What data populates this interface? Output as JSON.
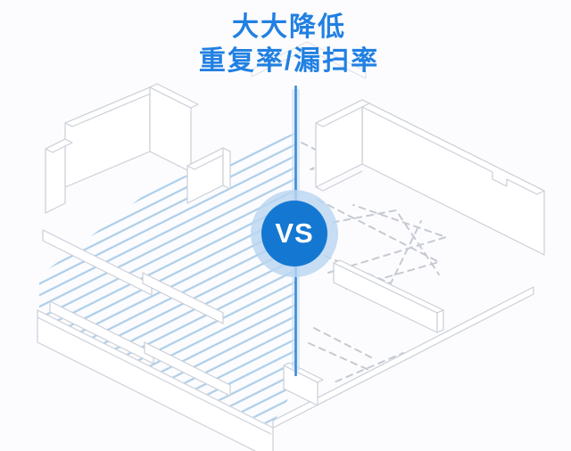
{
  "header": {
    "title_line1": "大大降低",
    "title_line2": "重复率/漏扫率"
  },
  "vs_badge": {
    "label": "VS"
  },
  "illustration": {
    "type": "isometric-floor-plan-comparison",
    "left_side_pattern": "systematic-parallel-cleaning-path",
    "right_side_pattern": "random-dashed-cleaning-path"
  },
  "colors": {
    "background": "#fcfcfe",
    "title_text": "#2180e2",
    "divider_line": "#3e8ad8",
    "divider_glow": "#cfe2f6",
    "vs_circle": "#1478d2",
    "vs_halo": "#b9d6f2",
    "vs_text": "#ffffff",
    "hatch_lines": "#aecfe9",
    "dashed_lines": "#c6cad2",
    "wall_outline": "#cbcfd8"
  }
}
